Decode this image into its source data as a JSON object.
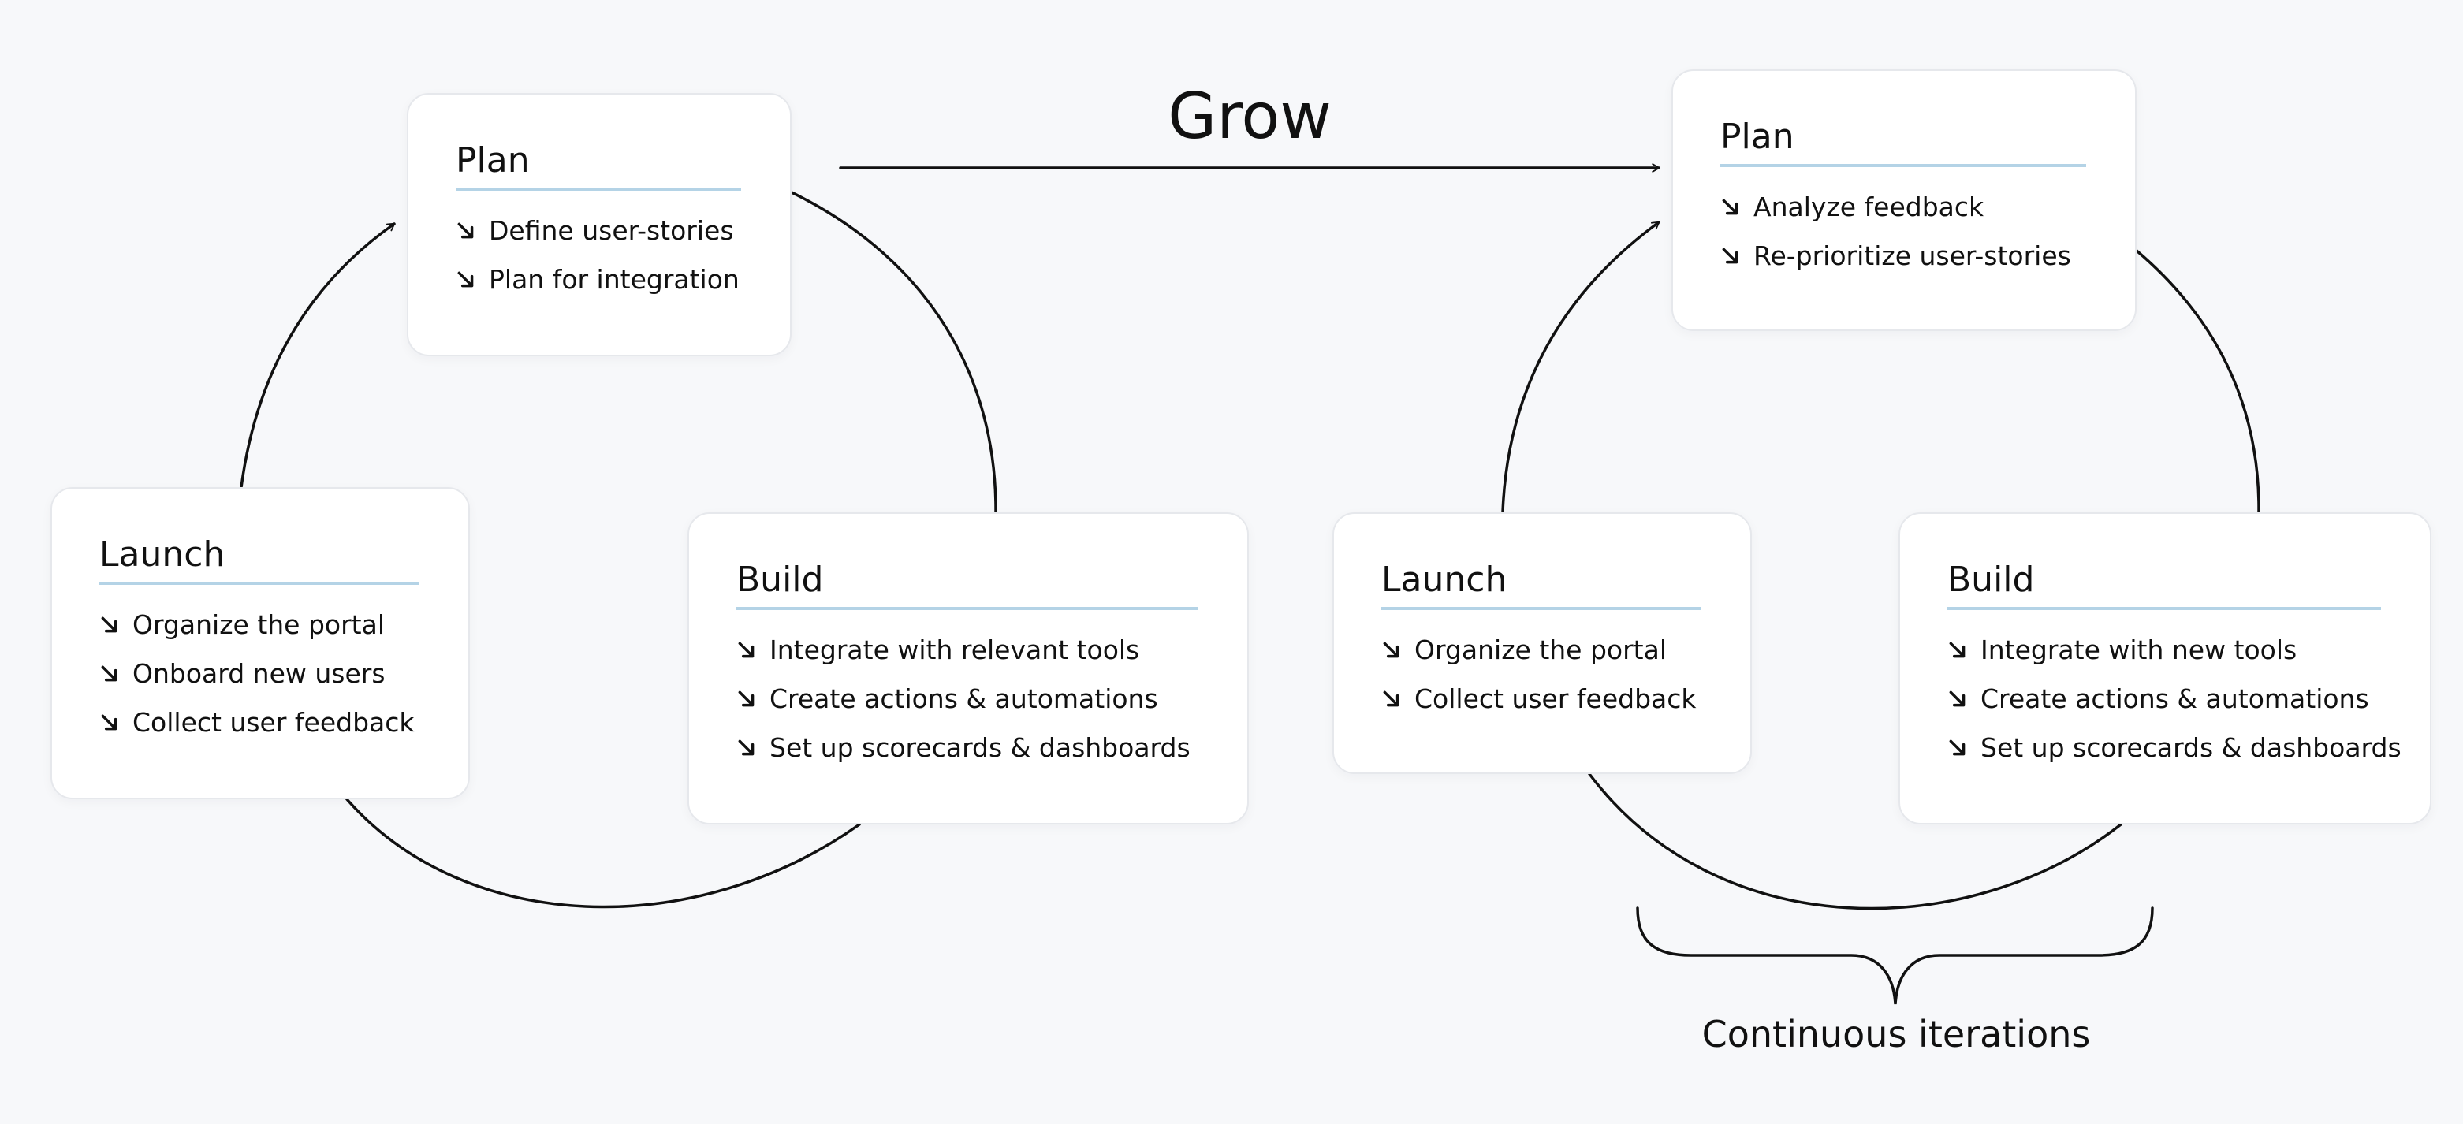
{
  "grow_label": "Grow",
  "iterations_label": "Continuous iterations",
  "colors": {
    "background": "#f7f8fa",
    "card_border": "#e6e8ec",
    "title_underline": "#b4d3e6",
    "line": "#111111"
  },
  "bullet_icon": "arrow-down-right-icon",
  "cycle_1": {
    "plan": {
      "title": "Plan",
      "items": [
        "Define user-stories",
        "Plan for integration"
      ]
    },
    "launch": {
      "title": "Launch",
      "items": [
        "Organize the portal",
        "Onboard new users",
        "Collect user feedback"
      ]
    },
    "build": {
      "title": "Build",
      "items": [
        "Integrate with relevant tools",
        "Create actions & automations",
        "Set up scorecards & dashboards"
      ]
    }
  },
  "cycle_2": {
    "plan": {
      "title": "Plan",
      "items": [
        "Analyze feedback",
        "Re-prioritize user-stories"
      ]
    },
    "launch": {
      "title": "Launch",
      "items": [
        "Organize the portal",
        "Collect user feedback"
      ]
    },
    "build": {
      "title": "Build",
      "items": [
        "Integrate with new tools",
        "Create actions & automations",
        "Set up scorecards & dashboards"
      ]
    }
  }
}
